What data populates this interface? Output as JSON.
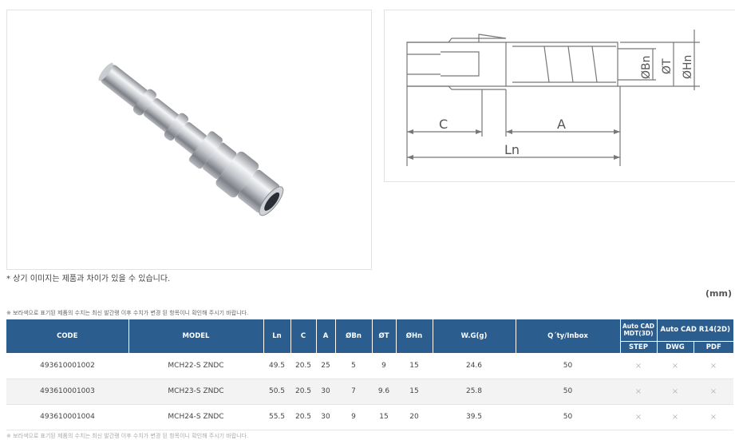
{
  "notes": {
    "image_note": "* 상기 이미지는 제품과 차이가 있을 수 있습니다.",
    "unit": "(mm)",
    "table_note": "※ 보라색으로 표기된 제품의 수치는 최신 발간랭 이후 수치가 변경 된 항목이니 확인해 주시기 바랍니다.",
    "bottom_note": "※ 보라색으로 표기된 제품의 수치는 최신 발간랭 이후 수치가 변경 된 항목이니 확인해 주시기 바랍니다."
  },
  "drawing": {
    "labels": {
      "c": "C",
      "a": "A",
      "ln": "Ln",
      "bn": "ØBn",
      "t": "ØT",
      "hn": "ØHn"
    }
  },
  "table": {
    "headers": {
      "code": "CODE",
      "model": "MODEL",
      "ln": "Ln",
      "c": "C",
      "a": "A",
      "bn": "ØBn",
      "t": "ØT",
      "hn": "ØHn",
      "wg": "W.G(g)",
      "qty": "Q´ty/Inbox",
      "autocad3d": "Auto CAD MDT(3D)",
      "autocad2d": "Auto CAD R14(2D)",
      "step": "STEP",
      "dwg": "DWG",
      "pdf": "PDF"
    },
    "rows": [
      {
        "code": "493610001002",
        "model": "MCH22-S ZNDC",
        "ln": "49.5",
        "c": "20.5",
        "a": "25",
        "bn": "5",
        "t": "9",
        "hn": "15",
        "wg": "24.6",
        "qty": "50",
        "step": "×",
        "dwg": "×",
        "pdf": "×"
      },
      {
        "code": "493610001003",
        "model": "MCH23-S ZNDC",
        "ln": "50.5",
        "c": "20.5",
        "a": "30",
        "bn": "7",
        "t": "9.6",
        "hn": "15",
        "wg": "25.8",
        "qty": "50",
        "step": "×",
        "dwg": "×",
        "pdf": "×"
      },
      {
        "code": "493610001004",
        "model": "MCH24-S ZNDC",
        "ln": "55.5",
        "c": "20.5",
        "a": "30",
        "bn": "9",
        "t": "15",
        "hn": "20",
        "wg": "39.5",
        "qty": "50",
        "step": "×",
        "dwg": "×",
        "pdf": "×"
      }
    ]
  }
}
